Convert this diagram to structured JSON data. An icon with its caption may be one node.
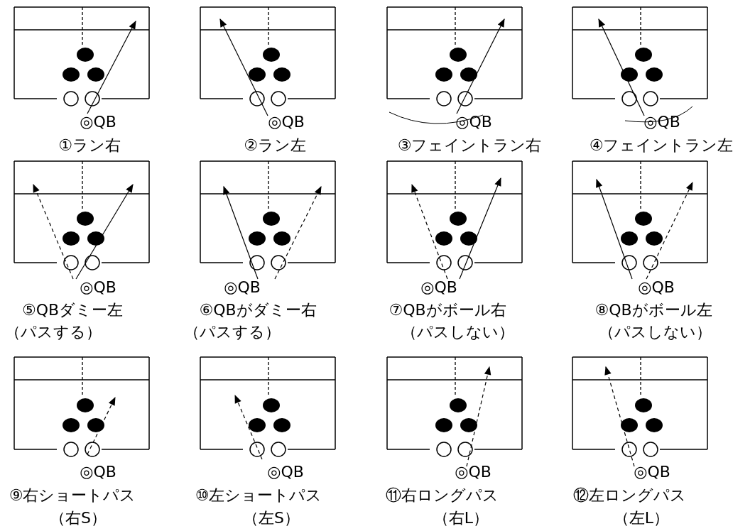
{
  "diagram": {
    "labels": [
      "◎QB",
      "◎QB",
      "◎QB",
      "◎QB",
      "①ラン右",
      "②ラン左",
      "③フェイントラン右",
      "④フェイントラン左",
      "◎QB",
      "◎QB",
      "◎QB",
      "◎QB",
      "⑤QBダミー左",
      "⑥QBがダミー右",
      "⑦QBがボール右",
      "⑧QBがボール左",
      "（パスする）",
      "（パスする）",
      "（パスしない）",
      "（パスしない）",
      "◎QB",
      "◎QB",
      "◎QB",
      "◎QB",
      "⑨右ショートパス",
      "⑩左ショートパス",
      "⑪右ロングパス",
      "⑫左ロングパス",
      "（右S）",
      "（左S）",
      "（右L）",
      "（左L）"
    ]
  }
}
